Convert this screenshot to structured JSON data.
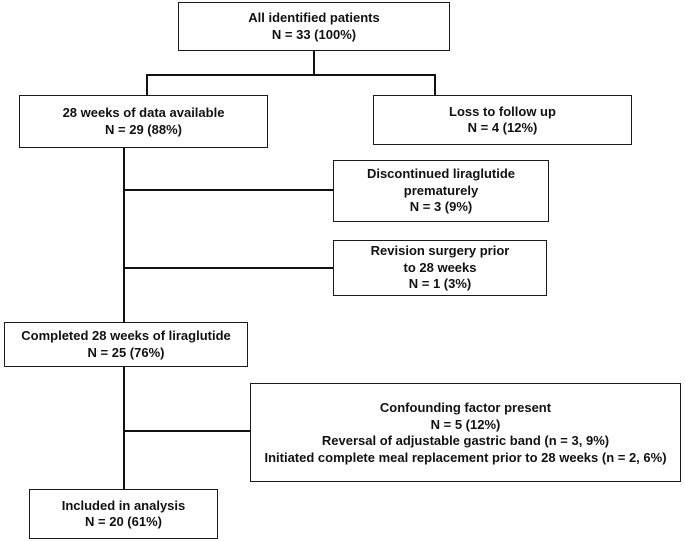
{
  "flowchart": {
    "all_identified": {
      "title": "All identified patients",
      "count": "N = 33 (100%)"
    },
    "data_available": {
      "title": "28 weeks of data available",
      "count": "N = 29 (88%)"
    },
    "loss_follow_up": {
      "title": "Loss to follow up",
      "count": "N = 4 (12%)"
    },
    "discontinued": {
      "title_line1": "Discontinued liraglutide",
      "title_line2": "prematurely",
      "count": "N = 3 (9%)"
    },
    "revision_surgery": {
      "title_line1": "Revision surgery prior",
      "title_line2": "to 28 weeks",
      "count": "N = 1 (3%)"
    },
    "completed": {
      "title": "Completed 28 weeks of liraglutide",
      "count": "N = 25 (76%)"
    },
    "confounding": {
      "title": "Confounding factor present",
      "count": "N = 5 (12%)",
      "detail1": "Reversal of adjustable gastric band (n = 3, 9%)",
      "detail2": "Initiated complete meal replacement prior to 28 weeks (n = 2, 6%)"
    },
    "included": {
      "title": "Included in analysis",
      "count": "N = 20 (61%)"
    }
  }
}
